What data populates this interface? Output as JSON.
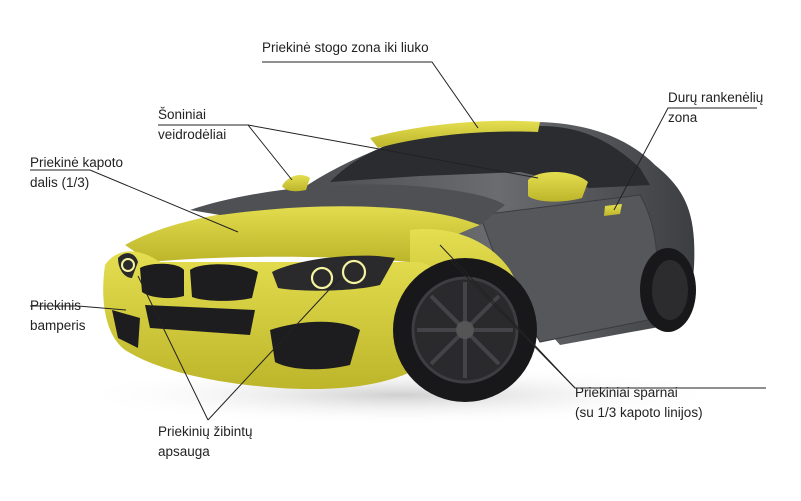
{
  "colors": {
    "highlight": "#D8D23A",
    "body": "#5B5D61",
    "line": "#222222"
  },
  "labels": {
    "roof": "Priekinė stogo zona iki liuko",
    "mirrors": "Šoniniai\nveidrodėliai",
    "hood": "Priekinė kapoto\ndalis (1/3)",
    "handles": "Durų rankenėlių\nzona",
    "bumper": "Priekinis\nbamperis",
    "fenders": "Priekiniai sparnai\n(su 1/3 kapoto linijos)",
    "headlights": "Priekinių žibintų\napsauga"
  }
}
